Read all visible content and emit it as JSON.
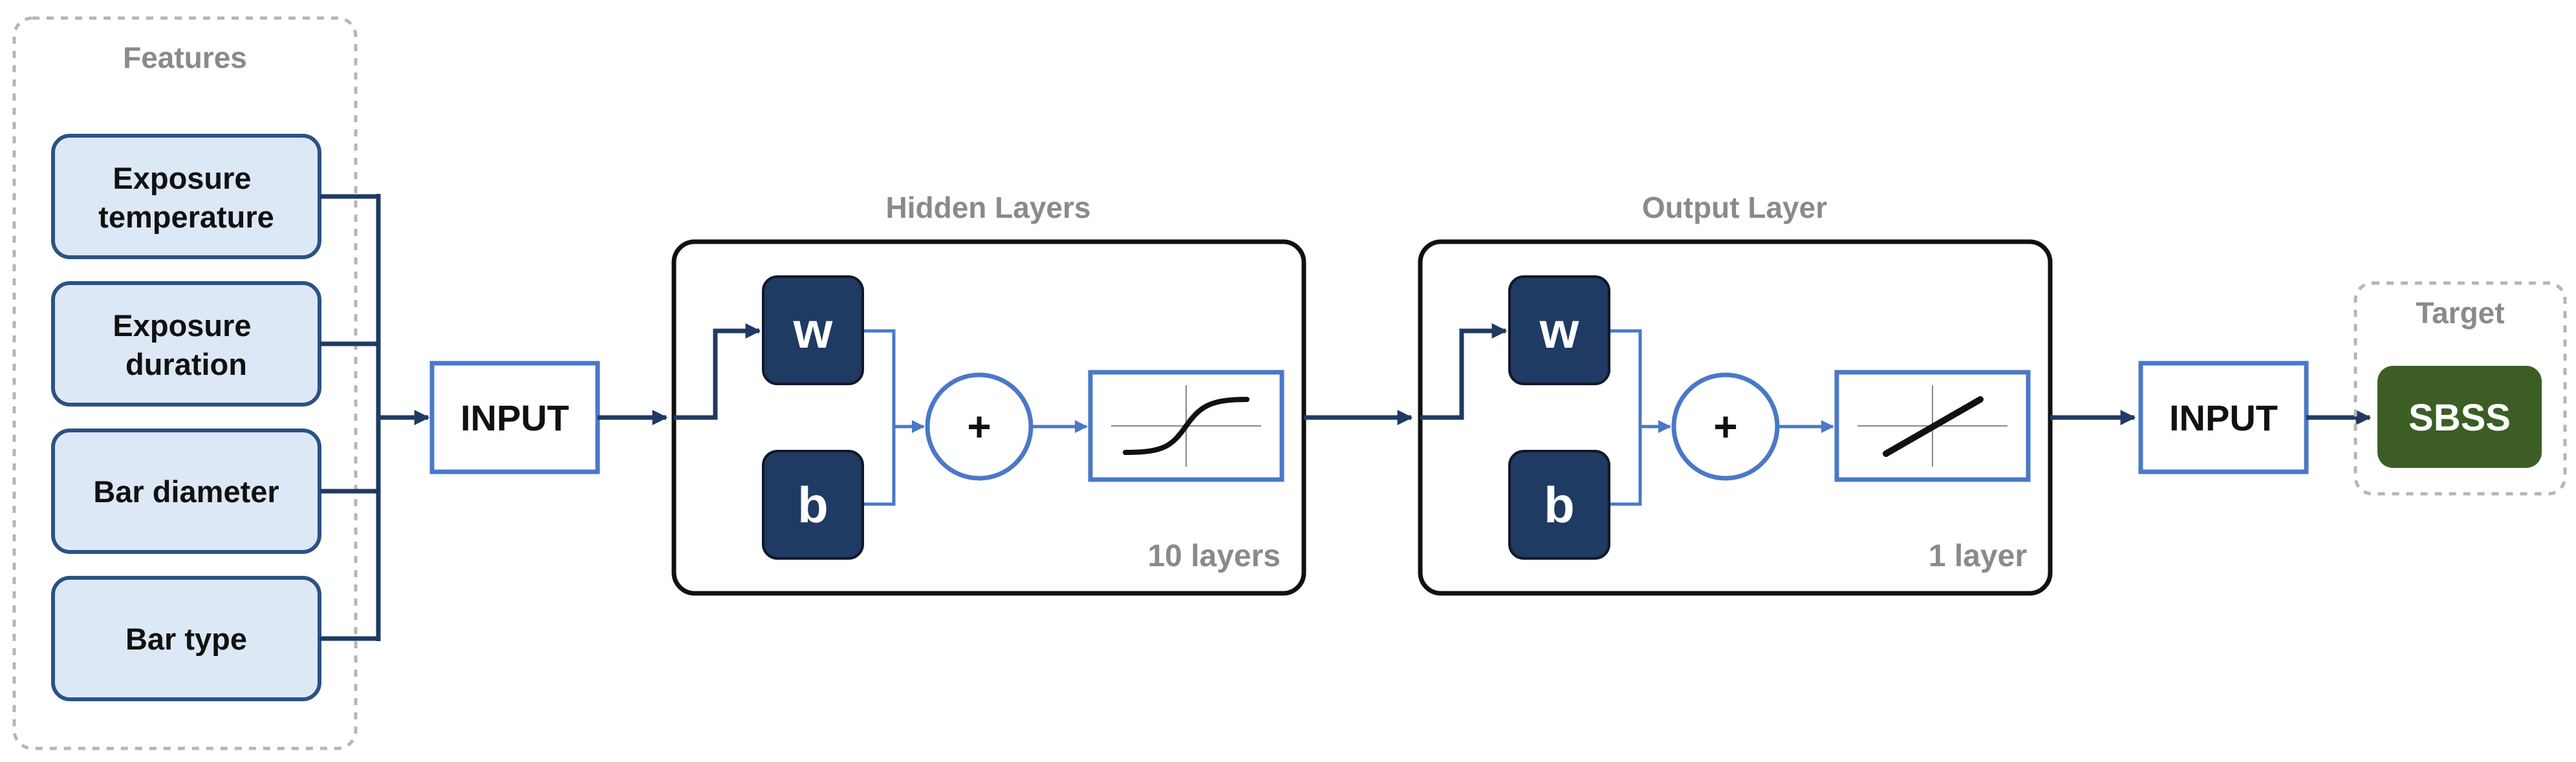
{
  "colors": {
    "feature_fill": "#dde8f6",
    "feature_stroke": "#2b5285",
    "navy": "#1f3a63",
    "accent_blue": "#4a78c8",
    "group_border_dashed": "#b5b5b5",
    "group_label": "#8a8a8a",
    "layer_border": "#111111",
    "target_fill": "#3c5e25"
  },
  "features": {
    "title": "Features",
    "items": [
      {
        "lines": [
          "Exposure",
          "temperature"
        ]
      },
      {
        "lines": [
          "Exposure",
          "duration"
        ]
      },
      {
        "lines": [
          "Bar diameter"
        ]
      },
      {
        "lines": [
          "Bar type"
        ]
      }
    ]
  },
  "input_left": {
    "label": "INPUT"
  },
  "hidden_layers": {
    "title": "Hidden Layers",
    "weight_label": "w",
    "bias_label": "b",
    "sum_symbol": "+",
    "activation_icon": "sigmoid-activation-icon",
    "count_label": "10 layers"
  },
  "output_layer": {
    "title": "Output Layer",
    "weight_label": "w",
    "bias_label": "b",
    "sum_symbol": "+",
    "activation_icon": "linear-activation-icon",
    "count_label": "1 layer"
  },
  "input_right": {
    "label": "INPUT"
  },
  "target": {
    "title": "Target",
    "label": "SBSS"
  }
}
